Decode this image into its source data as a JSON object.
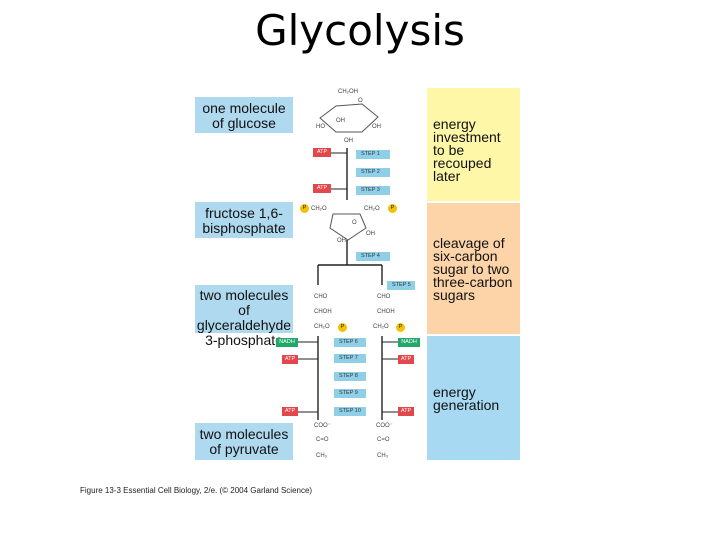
{
  "title": "Glycolysis",
  "left_labels": [
    "one molecule\nof glucose",
    "fructose 1,6-\nbisphosphate",
    "two molecules of\nglyceraldehyde\n3-phosphate",
    "two molecules\nof pyruvate"
  ],
  "right_labels": [
    "energy\ninvestment\nto be\nrecouped\nlater",
    "cleavage of\nsix-carbon\nsugar to two\nthree-carbon\nsugars",
    "energy\ngeneration"
  ],
  "steps": [
    "STEP 1",
    "STEP 2",
    "STEP 3",
    "STEP 4",
    "STEP 5",
    "STEP 6",
    "STEP 7",
    "STEP 8",
    "STEP 9",
    "STEP 10"
  ],
  "tags": {
    "atp": "ATP",
    "nadh": "NADH",
    "p": "P"
  },
  "molecules": {
    "ch2oh": "CH₂OH",
    "o": "O",
    "ho": "HO",
    "oh": "OH",
    "ch2o": "CH₂O",
    "cho": "CHO",
    "choh": "CHOH",
    "ch2": "CH₂",
    "coo": "COO⁻",
    "co": "C=O",
    "ch3": "CH₃"
  },
  "caption": "Figure 13-3  Essential Cell Biology, 2/e. (© 2004 Garland Science)",
  "colors": {
    "left_box": "#aed9ef",
    "right_yellow": "#fdf7a7",
    "right_orange": "#fcd4a8",
    "right_blue": "#a7d9f2",
    "step": "#8fd0e8",
    "atp": "#e2474b",
    "nadh": "#23a86a",
    "phosphate": "#f2c200"
  }
}
